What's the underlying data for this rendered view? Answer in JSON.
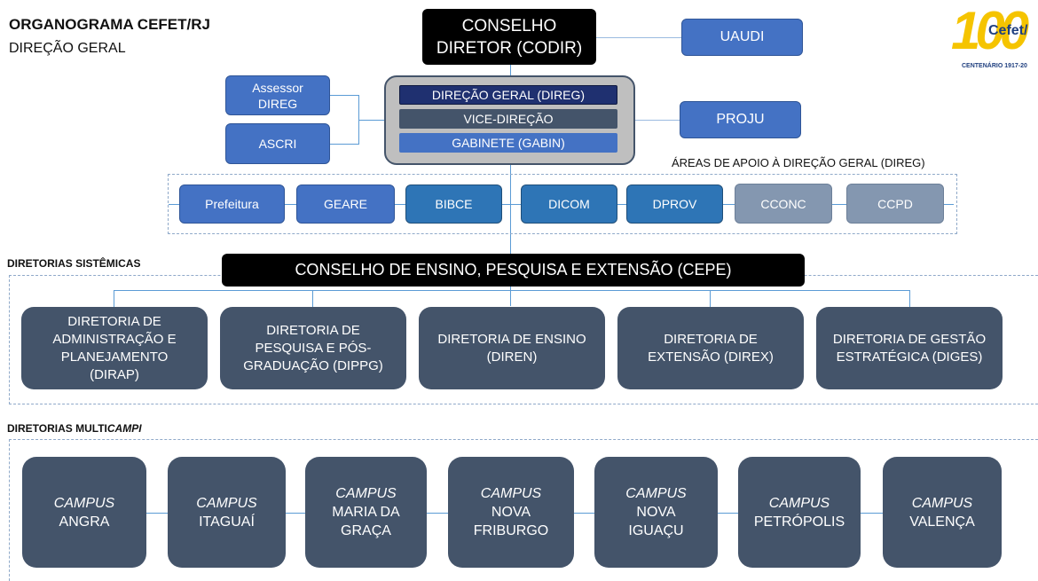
{
  "header": {
    "title": "ORGANOGRAMA CEFET/RJ",
    "subtitle": "DIREÇÃO GERAL"
  },
  "logo": {
    "text": "Cefet/",
    "digits": "100",
    "caption": "CENTENÁRIO 1917-20"
  },
  "codir": {
    "line1": "CONSELHO",
    "line2": "DIRETOR (CODIR)"
  },
  "uaudi": "UAUDI",
  "proju": "PROJU",
  "assessor": {
    "line1": "Assessor",
    "line2": "DIREG"
  },
  "ascri": "ASCRI",
  "direction": {
    "direg": "DIREÇÃO GERAL (DIREG)",
    "vice": "VICE-DIREÇÃO",
    "gabin": "GABINETE (GABIN)"
  },
  "support_areas": {
    "label": "ÁREAS DE APOIO À DIREÇÃO GERAL (DIREG)",
    "items": [
      "Prefeitura",
      "GEARE",
      "BIBCE",
      "DICOM",
      "DPROV",
      "CCONC",
      "CCPD"
    ]
  },
  "cepe": "CONSELHO DE ENSINO, PESQUISA E EXTENSÃO (CEPE)",
  "systemic": {
    "label": "DIRETORIAS SISTÊMICAS",
    "items": [
      [
        "DIRETORIA DE",
        "ADMINISTRAÇÃO E",
        "PLANEJAMENTO",
        "(DIRAP)"
      ],
      [
        "DIRETORIA DE",
        "PESQUISA E PÓS-",
        "GRADUAÇÃO (DIPPG)"
      ],
      [
        "DIRETORIA DE ENSINO",
        "(DIREN)"
      ],
      [
        "DIRETORIA DE",
        "EXTENSÃO (DIREX)"
      ],
      [
        "DIRETORIA DE GESTÃO",
        "ESTRATÉGICA (DIGES)"
      ]
    ]
  },
  "multicampi": {
    "label_prefix": "DIRETORIAS MULTI",
    "label_italic": "CAMPI",
    "campus_word": "CAMPUS",
    "items": [
      [
        "ANGRA"
      ],
      [
        "ITAGUAÍ"
      ],
      [
        "MARIA DA",
        "GRAÇA"
      ],
      [
        "NOVA",
        "FRIBURGO"
      ],
      [
        "NOVA",
        "IGUAÇU"
      ],
      [
        "PETRÓPOLIS"
      ],
      [
        "VALENÇA"
      ]
    ]
  }
}
